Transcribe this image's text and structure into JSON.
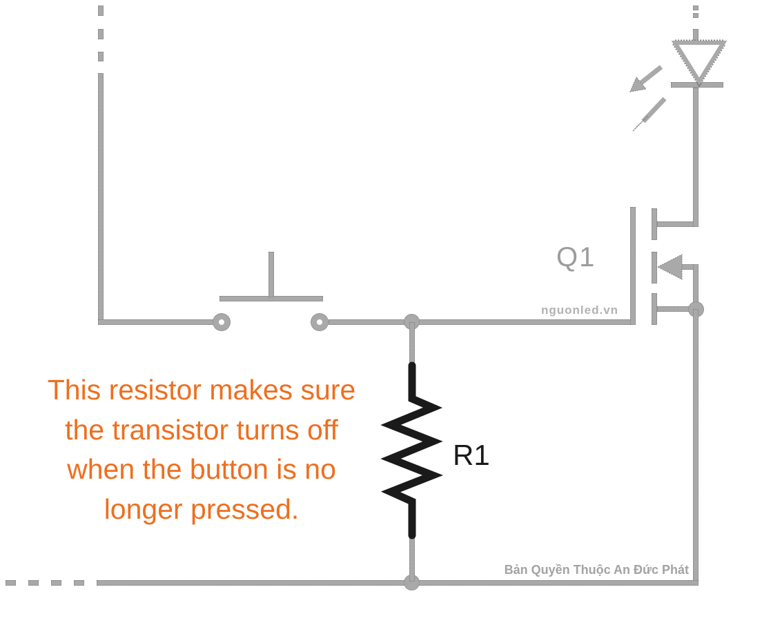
{
  "diagram": {
    "labels": {
      "transistor": "Q1",
      "resistor": "R1"
    },
    "annotation": {
      "lines": [
        "This resistor makes sure",
        "the transistor turns off",
        "when the button is no",
        "longer pressed."
      ]
    },
    "watermark": "nguonled.vn",
    "copyright": "Bản Quyền Thuộc An Đức Phát",
    "components": [
      {
        "id": "led",
        "kind": "light-emitting diode"
      },
      {
        "id": "q1",
        "kind": "n-channel mosfet transistor"
      },
      {
        "id": "push-button",
        "kind": "normally-open push button switch"
      },
      {
        "id": "r1",
        "kind": "pull-down resistor"
      }
    ],
    "colors": {
      "background": "#ffffff",
      "wire": "#a9a9a9",
      "wire_edge": "#7d7d7d",
      "resistor_body": "#1a1a1a",
      "annotation_orange": "#ee6f1f",
      "label_gray": "#9c9c9c",
      "watermark_gray": "#b2b2b2",
      "copyright_gray": "#a3a3a3"
    }
  }
}
